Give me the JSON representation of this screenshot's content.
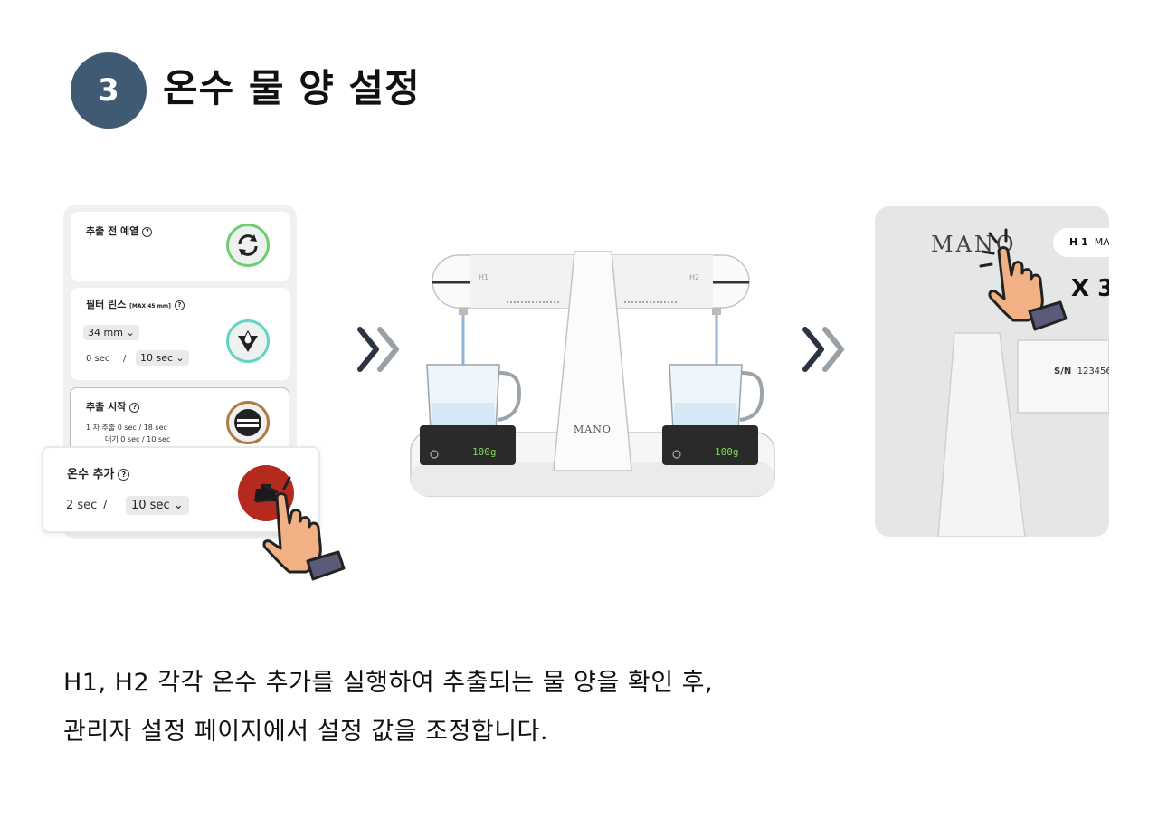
{
  "header": {
    "step_number": "3",
    "title": "온수 물 양 설정"
  },
  "panel": {
    "preheat": {
      "title": "추출 전 예열",
      "help": "?"
    },
    "rinse": {
      "title": "필터 린스",
      "note": "[MAX 45 mm]",
      "help": "?",
      "height_value": "34 mm",
      "time_value": "0 sec",
      "separator": "/",
      "wait_value": "10 sec"
    },
    "brew": {
      "title": "추출 시작",
      "help": "?",
      "line1": "1 차 추출 0 sec / 18 sec",
      "line2": "대기 0 sec / 10 sec"
    },
    "hot_water": {
      "title": "온수 추가",
      "help": "?",
      "time_value": "2 sec",
      "separator": "/",
      "wait_value": "10 sec"
    }
  },
  "machine": {
    "brand": "MANO",
    "left_head": "H1",
    "right_head": "H2",
    "left_scale": "100g",
    "right_scale": "100g"
  },
  "zoom": {
    "brand": "MANO",
    "head_label_bold": "H 1",
    "head_label_rest": "MA",
    "tap_count": "X 3",
    "serial_label": "S/N",
    "serial_value": "123456"
  },
  "caption": {
    "line1": "H1, H2 각각 온수 추가를 실행하여 추출되는 물 양을 확인 후,",
    "line2": "관리자 설정 페이지에서 설정 값을 조정합니다."
  },
  "colors": {
    "badge": "#3f5a72",
    "preheat_ring": "#6fcf6f",
    "rinse_ring": "#66d4c4",
    "brew_ring": "#b07a44",
    "hot_water_button": "#b52a1e",
    "scale_digits": "#7ed957",
    "hand_skin": "#f2b184",
    "hand_cuff": "#5b5a78"
  }
}
